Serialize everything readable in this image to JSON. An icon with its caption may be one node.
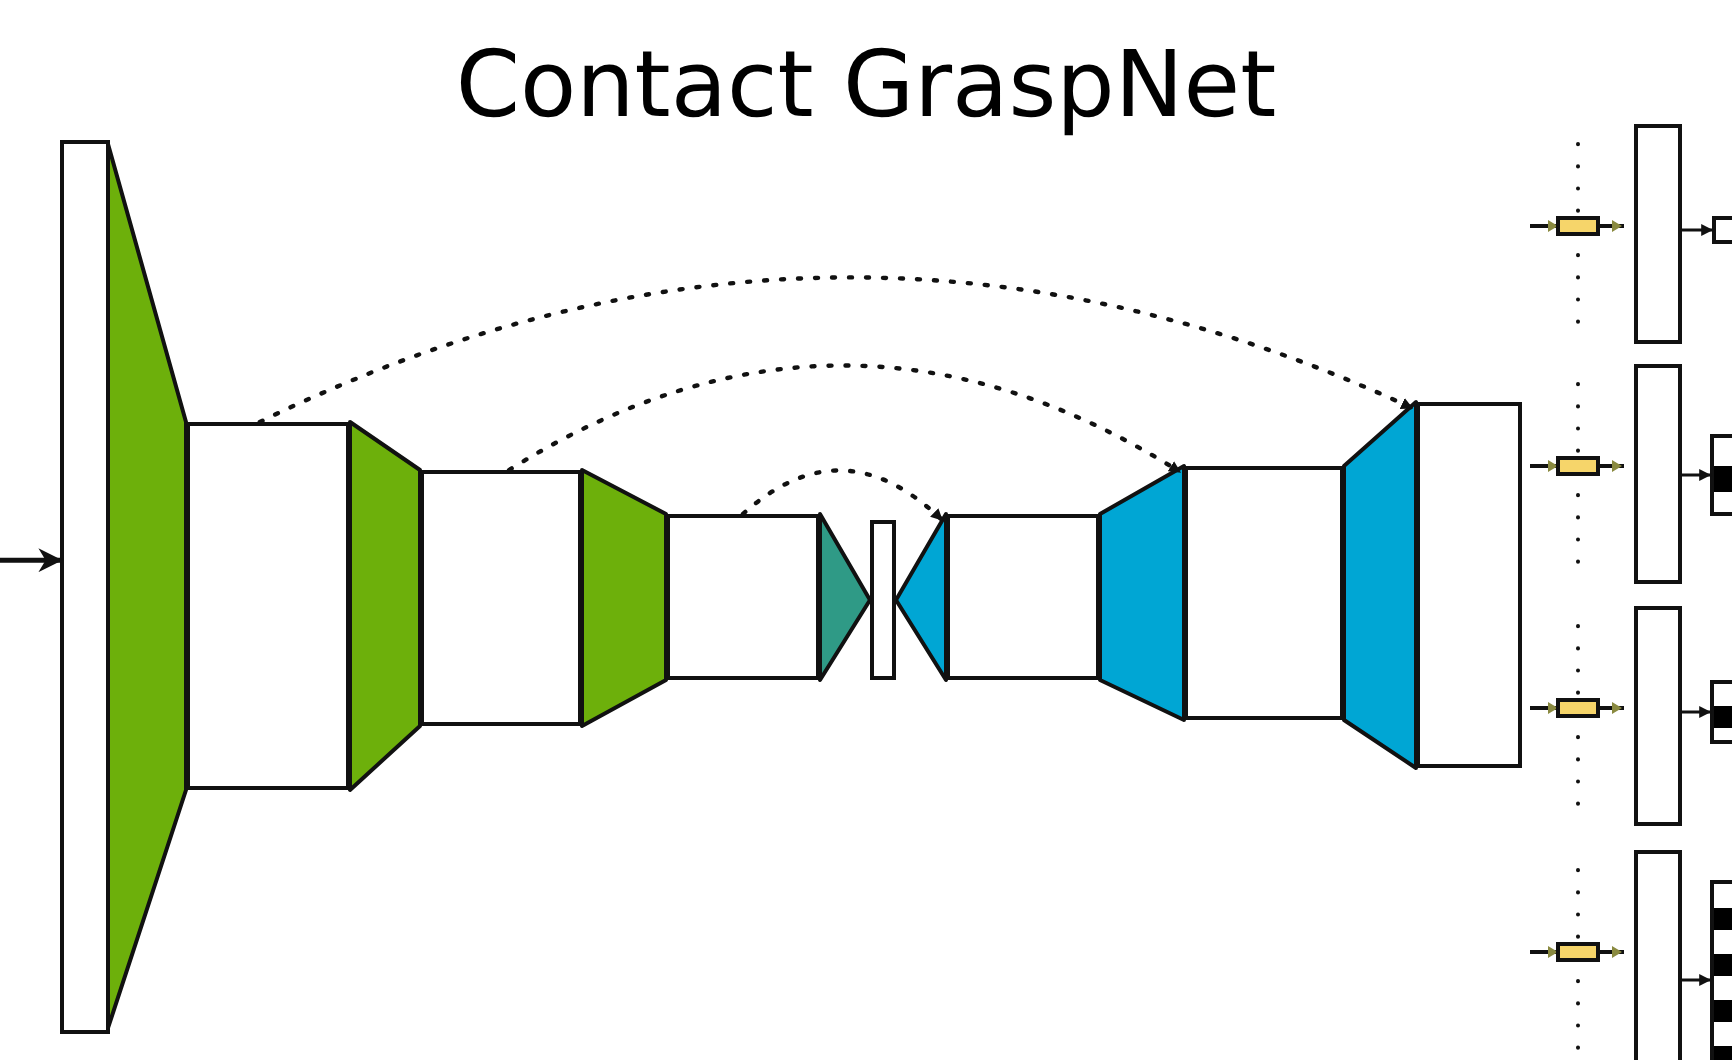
{
  "diagram": {
    "title": "Contact GraspNet",
    "nodes": [
      {
        "text": [],
        "shape": "bar"
      },
      {
        "text": [],
        "shape": "box"
      },
      {
        "text": [],
        "shape": "box"
      },
      {
        "text": [],
        "shape": "box"
      },
      {
        "text": [],
        "shape": "bar"
      },
      {
        "text": [],
        "shape": "box"
      },
      {
        "text": [],
        "shape": "box"
      },
      {
        "text": [],
        "shape": "box"
      },
      {
        "text": [],
        "shape": "bar"
      },
      {
        "text": [],
        "shape": "bar"
      },
      {
        "text": [],
        "shape": "bar"
      },
      {
        "text": [],
        "shape": "bar"
      },
      {
        "text": [],
        "shape": "box"
      },
      {
        "text": [],
        "shape": "box"
      },
      {
        "text": [],
        "shape": "box"
      },
      {
        "text": [],
        "shape": "box"
      },
      {
        "text": [],
        "shape": "trapezoid"
      },
      {
        "text": [],
        "shape": "trapezoid"
      },
      {
        "text": [],
        "shape": "trapezoid"
      },
      {
        "text": [],
        "shape": "triangle"
      },
      {
        "text": [],
        "shape": "triangle"
      },
      {
        "text": [],
        "shape": "trapezoid"
      },
      {
        "text": [],
        "shape": "trapezoid"
      }
    ],
    "edges": [
      {
        "from": null,
        "to": 0,
        "arrow": "to"
      },
      {
        "from": 1,
        "to": 7,
        "arrow": "to",
        "style": "dashed"
      },
      {
        "from": 2,
        "to": 6,
        "arrow": "to",
        "style": "dashed"
      },
      {
        "from": 3,
        "to": 5,
        "arrow": "to",
        "style": "dashed"
      },
      {
        "from": 8,
        "to": 12,
        "arrow": "to"
      },
      {
        "from": 9,
        "to": 13,
        "arrow": "to"
      },
      {
        "from": 10,
        "to": 14,
        "arrow": "to"
      },
      {
        "from": 11,
        "to": 15,
        "arrow": "to"
      }
    ]
  }
}
